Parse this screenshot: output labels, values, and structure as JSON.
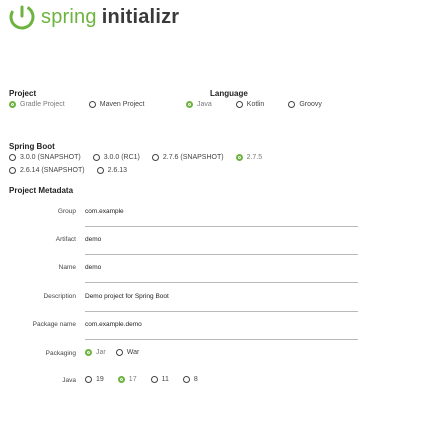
{
  "logo": {
    "brand": "spring",
    "product": "initializr"
  },
  "project": {
    "title": "Project",
    "options": [
      {
        "label": "Gradle Project",
        "checked": true
      },
      {
        "label": "Maven Project",
        "checked": false
      }
    ]
  },
  "language": {
    "title": "Language",
    "options": [
      {
        "label": "Java",
        "checked": true
      },
      {
        "label": "Kotlin",
        "checked": false
      },
      {
        "label": "Groovy",
        "checked": false
      }
    ]
  },
  "spring_boot": {
    "title": "Spring Boot",
    "options": [
      {
        "label": "3.0.0 (SNAPSHOT)",
        "checked": false
      },
      {
        "label": "3.0.0 (RC1)",
        "checked": false
      },
      {
        "label": "2.7.6 (SNAPSHOT)",
        "checked": false
      },
      {
        "label": "2.7.5",
        "checked": true
      },
      {
        "label": "2.6.14 (SNAPSHOT)",
        "checked": false
      },
      {
        "label": "2.6.13",
        "checked": false
      }
    ]
  },
  "metadata": {
    "title": "Project Metadata",
    "fields": [
      {
        "label": "Group",
        "value": "com.example"
      },
      {
        "label": "Artifact",
        "value": "demo"
      },
      {
        "label": "Name",
        "value": "demo"
      },
      {
        "label": "Description",
        "value": "Demo project for Spring Boot"
      },
      {
        "label": "Package name",
        "value": "com.example.demo"
      }
    ],
    "packaging": {
      "label": "Packaging",
      "options": [
        {
          "label": "Jar",
          "checked": true
        },
        {
          "label": "War",
          "checked": false
        }
      ]
    },
    "java": {
      "label": "Java",
      "options": [
        {
          "label": "19",
          "checked": false
        },
        {
          "label": "17",
          "checked": true
        },
        {
          "label": "11",
          "checked": false
        },
        {
          "label": "8",
          "checked": false
        }
      ]
    }
  },
  "colors": {
    "accent": "#6db33f",
    "text": "#222222",
    "underline": "#b9b9b9"
  },
  "icons": {
    "logo": "spring-leaf-icon"
  }
}
